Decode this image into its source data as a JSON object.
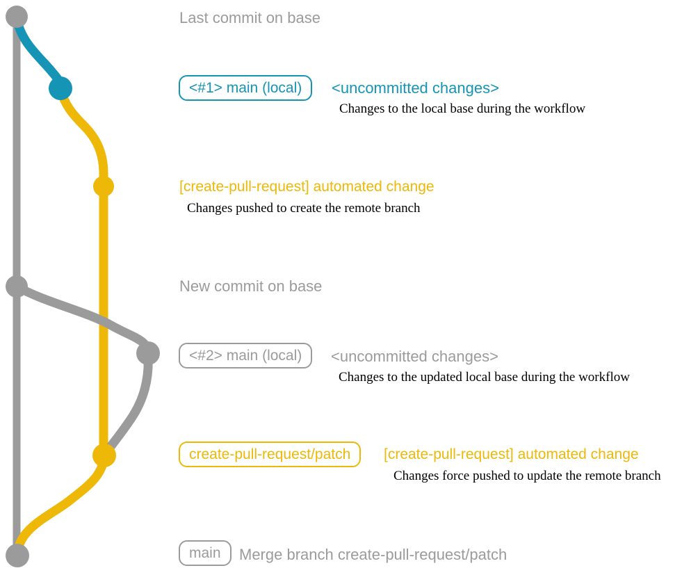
{
  "colors": {
    "gray": "#9b9b9b",
    "blue": "#1694b5",
    "yellow": "#edb807",
    "description_text": "#000000"
  },
  "annotations": {
    "last_commit_heading": "Last commit on base",
    "new_commit_heading": "New commit on base"
  },
  "rows": {
    "local_main_1": {
      "branch_label": "<#1> main (local)",
      "status": "<uncommitted changes>",
      "description": "Changes to the local base during the workflow"
    },
    "automated_change_1": {
      "title": "[create-pull-request] automated change",
      "description": "Changes pushed to create the remote branch"
    },
    "local_main_2": {
      "branch_label": "<#2> main (local)",
      "status": "<uncommitted changes>",
      "description": "Changes to the updated local base during the workflow"
    },
    "patch_branch": {
      "branch_label": "create-pull-request/patch",
      "title": "[create-pull-request] automated change",
      "description": "Changes force pushed to update the remote branch"
    },
    "merge": {
      "branch_label": "main",
      "message": "Merge branch create-pull-request/patch"
    }
  }
}
